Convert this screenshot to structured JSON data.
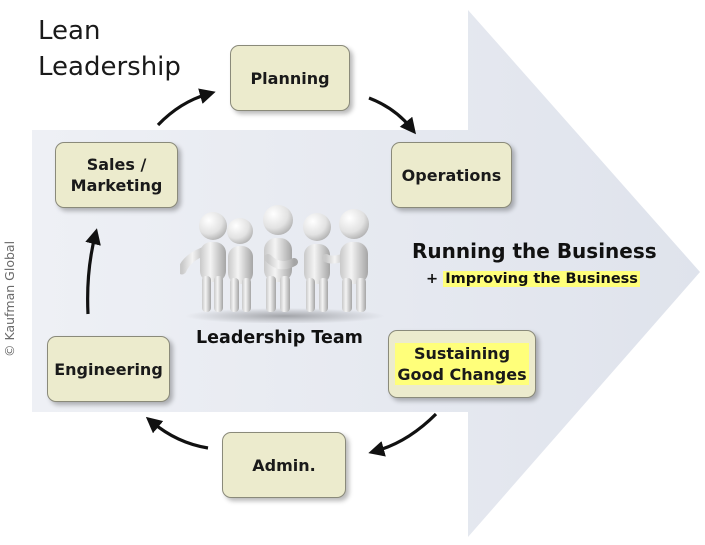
{
  "title": {
    "line1": "Lean",
    "line2": "Leadership"
  },
  "copyright": "© Kaufman Global",
  "boxes": {
    "planning": "Planning",
    "operations": "Operations",
    "sustaining": "Sustaining\nGood Changes",
    "admin": "Admin.",
    "engineering": "Engineering",
    "sales_marketing": "Sales /\nMarketing"
  },
  "center_label": "Leadership Team",
  "running": "Running the Business",
  "improving": {
    "prefix": "+",
    "text": "Improving the Business"
  },
  "colors": {
    "box_fill": "#ecebcd",
    "highlight": "#ffff7a",
    "arrow_bg": "#e3e6ee"
  }
}
